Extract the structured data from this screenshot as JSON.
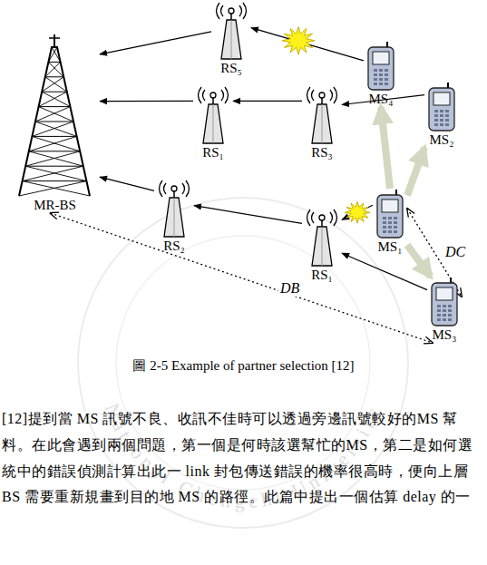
{
  "diagram": {
    "caption": "圖 2-5 Example of partner selection [12]",
    "nodes": [
      {
        "text": [
          "MR-BS"
        ]
      },
      {
        "text": [
          "RS₅"
        ]
      },
      {
        "text": [
          "RS₁"
        ]
      },
      {
        "text": [
          "RS₃"
        ]
      },
      {
        "text": [
          "RS₂"
        ]
      },
      {
        "text": [
          "RS₁"
        ]
      },
      {
        "text": [
          "MS₄"
        ]
      },
      {
        "text": [
          "MS₂"
        ]
      },
      {
        "text": [
          "MS₁"
        ]
      },
      {
        "text": [
          "MS₃"
        ]
      }
    ],
    "edges": [
      {
        "from": 6,
        "to": 1,
        "arrow": "to"
      },
      {
        "from": 1,
        "to": 0,
        "arrow": "to"
      },
      {
        "from": 2,
        "to": 0,
        "arrow": "to"
      },
      {
        "from": 3,
        "to": 2,
        "arrow": "to"
      },
      {
        "from": 7,
        "to": 3,
        "arrow": "to"
      },
      {
        "from": 4,
        "to": 0,
        "arrow": "to"
      },
      {
        "from": 5,
        "to": 4,
        "arrow": "to"
      },
      {
        "from": 8,
        "to": 5,
        "arrow": "to"
      },
      {
        "from": 9,
        "to": 5,
        "arrow": "to"
      },
      {
        "from": 8,
        "to": 6,
        "arrow": "to"
      },
      {
        "from": 8,
        "to": 7,
        "arrow": "to"
      },
      {
        "from": 8,
        "to": 9,
        "arrow": "to"
      },
      {
        "from": 8,
        "to": 9,
        "label": "DC",
        "arrow": "both"
      },
      {
        "from": 0,
        "to": 9,
        "label": "DB",
        "arrow": "both"
      }
    ],
    "labels": [
      "[12]提到當 MS 訊號不良、收訊不佳時可以透過旁邊訊號較好的MS 幫",
      "料。在此會遇到兩個問題，第一個是何時該選幫忙的MS，第二是如何選",
      "統中的錯誤偵測計算出此一 link 封包傳送錯誤的機率很高時，便向上層",
      "BS 需要重新規畫到目的地 MS 的路徑。此篇中提出一個估算 delay 的一",
      "National Chengchi University"
    ]
  }
}
